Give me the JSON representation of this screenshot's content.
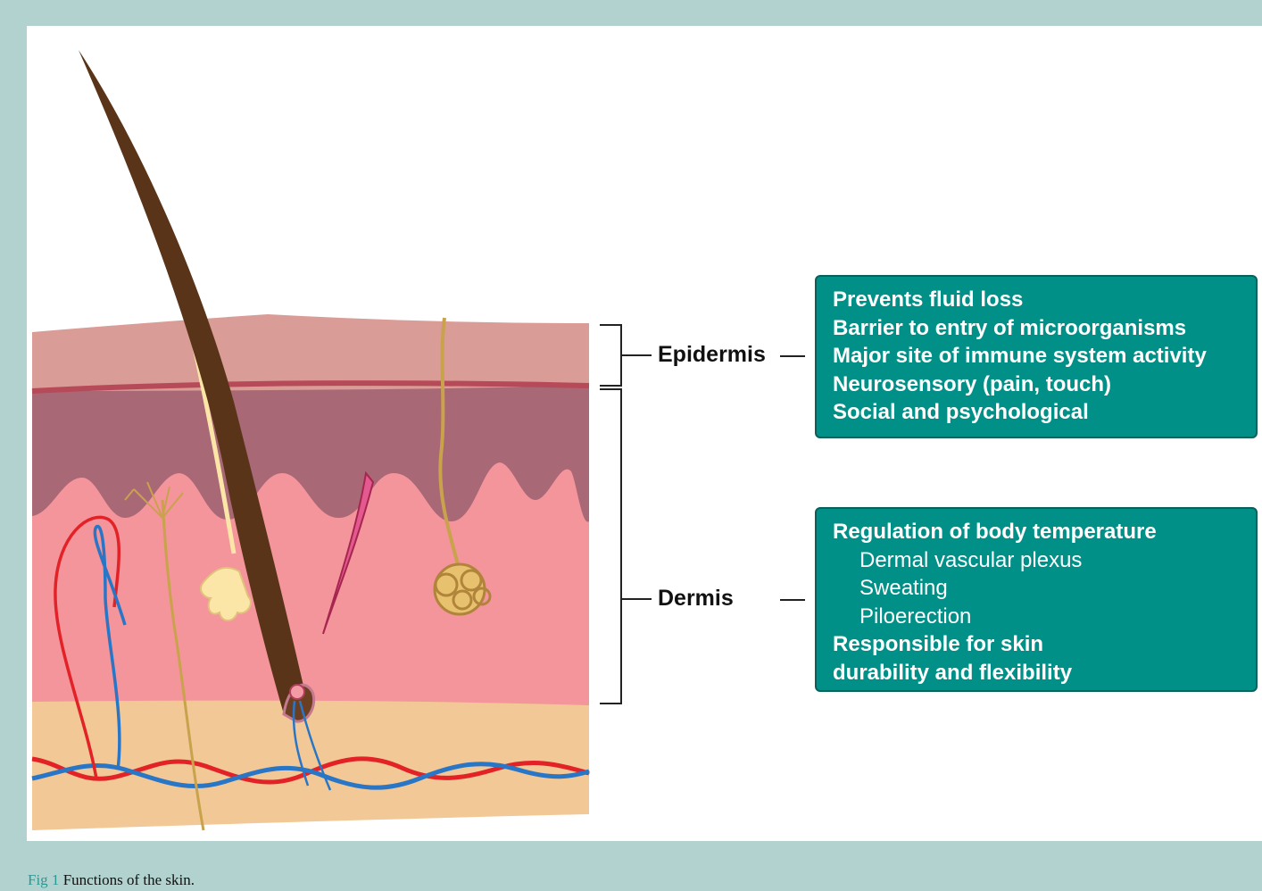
{
  "labels": {
    "epidermis": "Epidermis",
    "dermis": "Dermis"
  },
  "epidermis_box": {
    "lines": [
      "Prevents fluid loss",
      "Barrier to entry of microorganisms",
      "Major site of immune system activity",
      "Neurosensory (pain, touch)",
      "Social and psychological"
    ]
  },
  "dermis_box": {
    "lines": [
      {
        "text": "Regulation of body temperature",
        "level": 0
      },
      {
        "text": "Dermal vascular plexus",
        "level": 1
      },
      {
        "text": "Sweating",
        "level": 1
      },
      {
        "text": "Piloerection",
        "level": 1
      },
      {
        "text": "Responsible for skin",
        "level": 0
      },
      {
        "text": "durability and flexibility",
        "level": 0
      }
    ]
  },
  "caption": {
    "fig": "Fig 1",
    "text": "Functions of the skin."
  },
  "colors": {
    "frame": "#b2d2d0",
    "box_fill": "#009088",
    "epidermis_layer": "#d99c96",
    "dermis_upper": "#a86875",
    "dermis_lower": "#f4949b",
    "subcutis": "#f1c896",
    "hair": "#5a3418",
    "artery": "#e32227",
    "vein": "#2a76c6",
    "nerve": "#c9a24c"
  }
}
